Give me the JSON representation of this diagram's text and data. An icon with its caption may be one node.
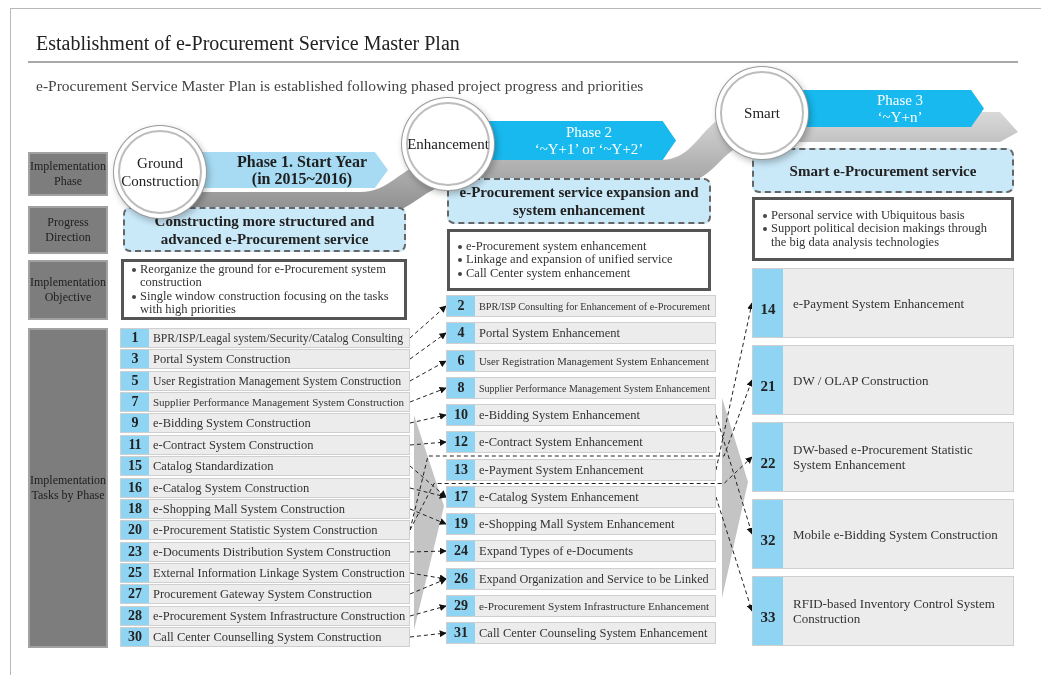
{
  "diagram": {
    "title": "Establishment of e-Procurement Service Master Plan",
    "nodes": [
      {
        "text": [
          "Implementation Phase"
        ]
      },
      {
        "text": [
          "Ground Construction"
        ]
      },
      {
        "text": [
          "Phase 1. Start Year (in 2015~2016)"
        ]
      },
      {
        "text": [
          "Enhancement"
        ]
      },
      {
        "text": [
          "Phase 2",
          "‘~Y+1’ or ‘~Y+2’"
        ]
      },
      {
        "text": [
          "Smart"
        ]
      },
      {
        "text": [
          "Phase 3",
          "‘~Y+n’"
        ]
      },
      {
        "text": [
          "Progress Direction"
        ]
      },
      {
        "text": [
          "Constructing more structured and advanced e-Procurement service"
        ]
      },
      {
        "text": [
          "e-Procurement service expansion and system enhancement"
        ]
      },
      {
        "text": [
          "Smart e-Procurement service"
        ]
      },
      {
        "text": [
          "Implementation Objective"
        ]
      },
      {
        "text": [
          "Reorganize the ground for e-Procurement system construction",
          "Single window construction focusing on the tasks with high priorities"
        ]
      },
      {
        "text": [
          "e-Procurement system enhancement",
          "Linkage and expansion of unified service",
          "Call Center system enhancement"
        ]
      },
      {
        "text": [
          "Personal service with Ubiquitous basis",
          "Support political decision makings through the big data analysis technologies"
        ]
      },
      {
        "text": [
          "Implementation Tasks by Phase"
        ]
      },
      {
        "text": [
          "1",
          "BPR/ISP/Leagal system/Security/Catalog Consulting"
        ]
      },
      {
        "text": [
          "3",
          "Portal System Construction"
        ]
      },
      {
        "text": [
          "5",
          "User Registration Management System Construction"
        ]
      },
      {
        "text": [
          "7",
          "Supplier Performance Management System Construction"
        ]
      },
      {
        "text": [
          "9",
          "e-Bidding System Construction"
        ]
      },
      {
        "text": [
          "11",
          "e-Contract System Construction"
        ]
      },
      {
        "text": [
          "15",
          "Catalog Standardization"
        ]
      },
      {
        "text": [
          "16",
          "e-Catalog System Construction"
        ]
      },
      {
        "text": [
          "18",
          "e-Shopping Mall System Construction"
        ]
      },
      {
        "text": [
          "20",
          "e-Procurement Statistic System Construction"
        ]
      },
      {
        "text": [
          "23",
          "e-Documents Distribution System Construction"
        ]
      },
      {
        "text": [
          "25",
          "External Information Linkage System Construction"
        ]
      },
      {
        "text": [
          "27",
          "Procurement Gateway System Construction"
        ]
      },
      {
        "text": [
          "28",
          "e-Procurement System Infrastructure Construction"
        ]
      },
      {
        "text": [
          "30",
          "Call Center Counselling System Construction"
        ]
      },
      {
        "text": [
          "2",
          "BPR/ISP Consulting for Enhancement of e-Procurement"
        ]
      },
      {
        "text": [
          "4",
          "Portal System Enhancement"
        ]
      },
      {
        "text": [
          "6",
          "User Registration Management System Enhancement"
        ]
      },
      {
        "text": [
          "8",
          "Supplier Performance Management System Enhancement"
        ]
      },
      {
        "text": [
          "10",
          "e-Bidding System Enhancement"
        ]
      },
      {
        "text": [
          "12",
          "e-Contract System Enhancement"
        ]
      },
      {
        "text": [
          "13",
          "e-Payment System Enhancement"
        ]
      },
      {
        "text": [
          "17",
          "e-Catalog System Enhancement"
        ]
      },
      {
        "text": [
          "19",
          "e-Shopping Mall System Enhancement"
        ]
      },
      {
        "text": [
          "24",
          "Expand Types of e-Documents"
        ]
      },
      {
        "text": [
          "26",
          "Expand Organization and Service to be Linked"
        ]
      },
      {
        "text": [
          "29",
          "e-Procurement System Infrastructure Enhancement"
        ]
      },
      {
        "text": [
          "31",
          "Call Center Counseling System Enhancement"
        ]
      },
      {
        "text": [
          "14",
          "e-Payment System Enhancement"
        ]
      },
      {
        "text": [
          "21",
          "DW / OLAP Construction"
        ]
      },
      {
        "text": [
          "22",
          "DW-based e-Procurement Statistic System Enhancement"
        ]
      },
      {
        "text": [
          "32",
          "Mobile e-Bidding System Construction"
        ]
      },
      {
        "text": [
          "33",
          "RFID-based Inventory Control System Construction"
        ]
      }
    ],
    "edges": [
      {
        "from": 16,
        "to": 31,
        "arrow": "to",
        "style": "dashed"
      },
      {
        "from": 17,
        "to": 32,
        "arrow": "to",
        "style": "dashed"
      },
      {
        "from": 18,
        "to": 33,
        "arrow": "to",
        "style": "dashed"
      },
      {
        "from": 19,
        "to": 34,
        "arrow": "to",
        "style": "dashed"
      },
      {
        "from": 20,
        "to": 35,
        "arrow": "to",
        "style": "dashed"
      },
      {
        "from": 21,
        "to": 36,
        "arrow": "to",
        "style": "dashed"
      },
      {
        "from": 22,
        "to": 38,
        "arrow": "to",
        "style": "dashed"
      },
      {
        "from": 23,
        "to": 38,
        "arrow": "to",
        "style": "dashed"
      },
      {
        "from": 24,
        "to": 39,
        "arrow": "to",
        "style": "dashed"
      },
      {
        "from": 25,
        "to": 45,
        "arrow": "to",
        "style": "dashed"
      },
      {
        "from": 25,
        "to": 46,
        "arrow": "to",
        "style": "dashed"
      },
      {
        "from": 26,
        "to": 40,
        "arrow": "to",
        "style": "dashed"
      },
      {
        "from": 27,
        "to": 41,
        "arrow": "to",
        "style": "dashed"
      },
      {
        "from": 28,
        "to": 41,
        "arrow": "to",
        "style": "dashed"
      },
      {
        "from": 29,
        "to": 42,
        "arrow": "to",
        "style": "dashed"
      },
      {
        "from": 30,
        "to": 43,
        "arrow": "to",
        "style": "dashed"
      },
      {
        "from": 37,
        "to": 44,
        "arrow": "to",
        "style": "dashed"
      },
      {
        "from": 35,
        "to": 47,
        "arrow": "to",
        "style": "dashed"
      },
      {
        "from": 38,
        "to": 48,
        "arrow": "to",
        "style": "dashed"
      }
    ],
    "labels": [
      "e-Procurement Service Master Plan is established following phased project progress and priorities"
    ]
  }
}
